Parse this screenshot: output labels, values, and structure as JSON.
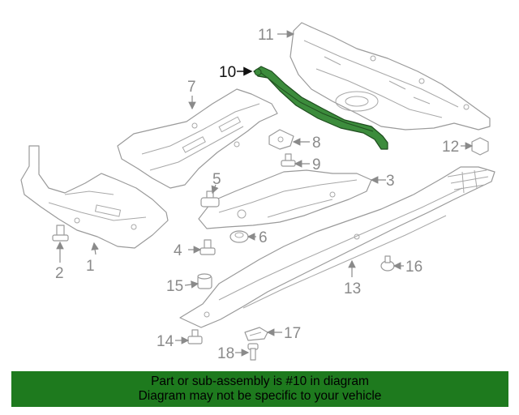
{
  "diagram": {
    "callouts": [
      "1",
      "2",
      "3",
      "4",
      "5",
      "6",
      "7",
      "8",
      "9",
      "10",
      "11",
      "12",
      "13",
      "14",
      "15",
      "16",
      "17",
      "18"
    ],
    "highlighted_callout": "10",
    "highlight_color": "#3c8c3c"
  },
  "banner": {
    "line1": "Part or sub-assembly is #10 in diagram",
    "line2": "Diagram may not be specific to your vehicle",
    "color": "#1e7a1e"
  }
}
